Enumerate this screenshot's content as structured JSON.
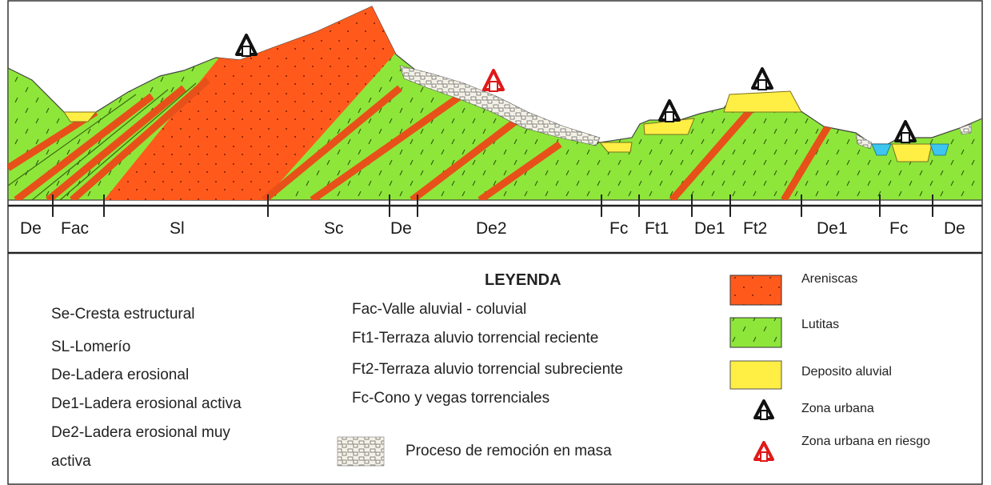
{
  "profile": {
    "segments": [
      "De",
      "Fac",
      "Sl",
      "Sc",
      "De",
      "De2",
      "Fc",
      "Ft1",
      "De1",
      "Ft2",
      "De1",
      "Fc",
      "De"
    ]
  },
  "legend": {
    "title": "LEYENDA",
    "left_items": [
      "Se-Cresta estructural",
      "SL-Lomerío",
      "De-Ladera erosional",
      "De1-Ladera erosional activa",
      "De2-Ladera erosional muy",
      "activa"
    ],
    "center_items": [
      "Fac-Valle aluvial - coluvial",
      "Ft1-Terraza aluvio torrencial reciente",
      "Ft2-Terraza aluvio torrencial subreciente",
      "Fc-Cono y vegas torrenciales"
    ],
    "mass_movement": "Proceso de remoción en masa",
    "keys": {
      "areniscas": "Areniscas",
      "lutitas": "Lutitas",
      "deposito": "Deposito aluvial",
      "urbana": "Zona urbana",
      "riesgo": "Zona urbana en riesgo"
    }
  },
  "colors": {
    "areniscas": "#ff5a1c",
    "lutitas": "#8ee63a",
    "deposito": "#ffee44",
    "water": "#3cc6f0",
    "risk": "#e01818"
  }
}
